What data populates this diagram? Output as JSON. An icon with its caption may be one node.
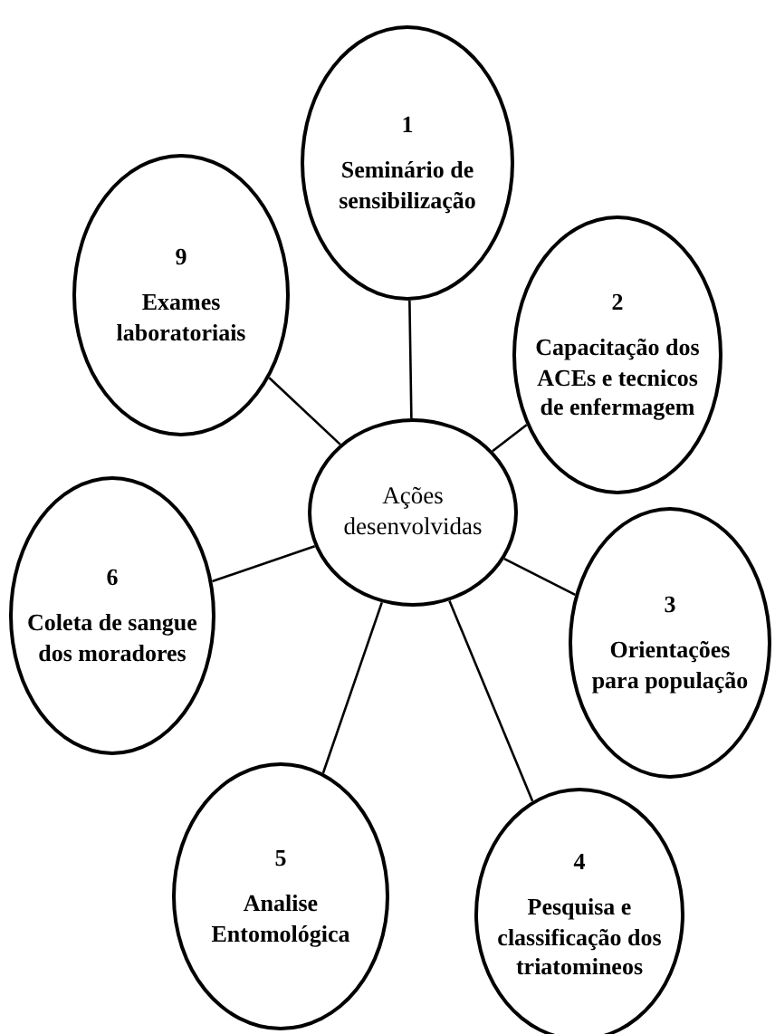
{
  "diagram": {
    "nodes": [
      {
        "text": [
          "Ações desenvolvidas"
        ]
      },
      {
        "text": [
          "1",
          "Seminário de sensibilização"
        ]
      },
      {
        "text": [
          "9",
          "Exames laboratoriais"
        ]
      },
      {
        "text": [
          "2",
          "Capacitação dos ACEs e tecnicos de enfermagem"
        ]
      },
      {
        "text": [
          "3",
          "Orientações para população"
        ]
      },
      {
        "text": [
          "6",
          "Coleta de sangue dos moradores"
        ]
      },
      {
        "text": [
          "5",
          "Analise Entomológica"
        ]
      },
      {
        "text": [
          "4",
          "Pesquisa e classificação dos triatomineos"
        ]
      }
    ],
    "edges": [
      {
        "from": 0,
        "to": 1,
        "arrow": "none"
      },
      {
        "from": 0,
        "to": 2,
        "arrow": "none"
      },
      {
        "from": 0,
        "to": 3,
        "arrow": "none"
      },
      {
        "from": 0,
        "to": 4,
        "arrow": "none"
      },
      {
        "from": 0,
        "to": 5,
        "arrow": "none"
      },
      {
        "from": 0,
        "to": 6,
        "arrow": "none"
      },
      {
        "from": 0,
        "to": 7,
        "arrow": "none"
      }
    ]
  }
}
